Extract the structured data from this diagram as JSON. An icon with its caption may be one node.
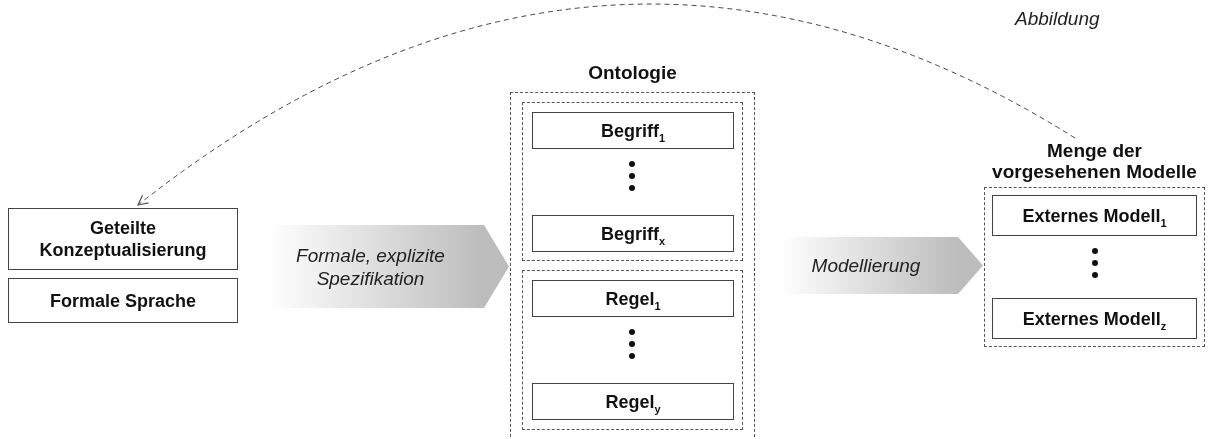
{
  "diagram": {
    "nodes": [
      {
        "text": [
          "Geteilte Konzeptualisierung"
        ]
      },
      {
        "text": [
          "Formale Sprache"
        ]
      },
      {
        "text": [
          "Ontologie"
        ]
      },
      {
        "text": [],
        "shape": "box",
        "in": 2
      },
      {
        "text": [
          "Begriff$_{1}$"
        ],
        "in": 3
      },
      {
        "text": [
          "Begriff$_{x}$"
        ],
        "in": 3
      },
      {
        "text": [],
        "shape": "box",
        "in": 2
      },
      {
        "text": [
          "Regel$_{1}$"
        ],
        "in": 6
      },
      {
        "text": [
          "Regel$_{y}$"
        ],
        "in": 6
      },
      {
        "text": [
          "Menge der vorgesehenen Modelle"
        ]
      },
      {
        "text": [
          "Externes Modell$_{1}$"
        ],
        "in": 9
      },
      {
        "text": [
          "Externes Modell$_{z}$"
        ],
        "in": 9
      }
    ],
    "edges": [
      {
        "from": 0,
        "to": 2,
        "arrow": "to",
        "label": "Formale, explizite Spezifikation"
      },
      {
        "from": 1,
        "to": 2,
        "arrow": "to"
      },
      {
        "from": 2,
        "to": 9,
        "arrow": "to",
        "label": "Modellierung"
      },
      {
        "from": 9,
        "to": 0,
        "arrow": "to",
        "label": "Abbildung",
        "style": "dashed"
      }
    ]
  }
}
